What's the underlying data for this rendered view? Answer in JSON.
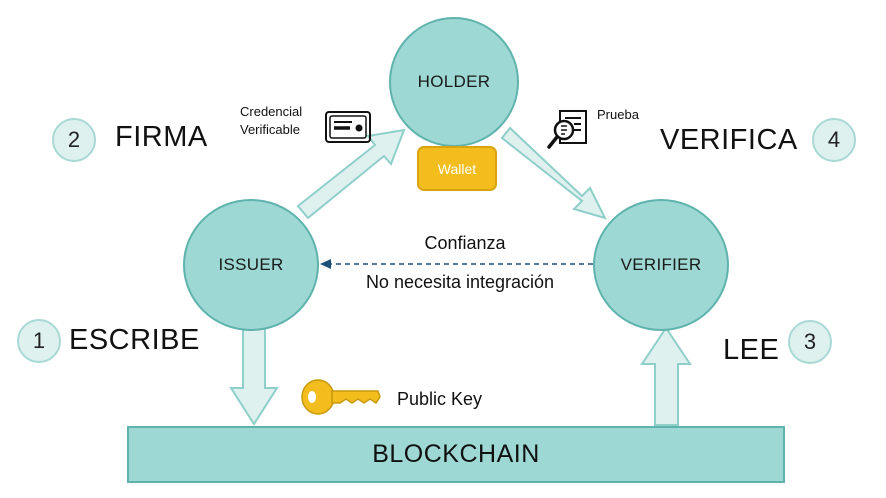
{
  "nodes": {
    "holder": "HOLDER",
    "issuer": "ISSUER",
    "verifier": "VERIFIER",
    "blockchain": "BLOCKCHAIN",
    "wallet": "Wallet"
  },
  "steps": [
    {
      "number": "1",
      "label": "ESCRIBE"
    },
    {
      "number": "2",
      "label": "FIRMA"
    },
    {
      "number": "3",
      "label": "LEE"
    },
    {
      "number": "4",
      "label": "VERIFICA"
    }
  ],
  "labels": {
    "credential_line1": "Credencial",
    "credential_line2": "Verificable",
    "proof": "Prueba",
    "trust": "Confianza",
    "no_integration": "No necesita integración",
    "public_key": "Public Key"
  },
  "colors": {
    "node_fill": "#9dd8d4",
    "node_border": "#5fb3ad",
    "arrow_fill": "#dff1ef",
    "wallet": "#f2bd1d",
    "key": "#f2bd1d",
    "dashed_arrow": "#1f4e79"
  },
  "icons": {
    "credential": "certificate-icon",
    "proof": "magnifier-document-icon",
    "key": "key-icon"
  }
}
